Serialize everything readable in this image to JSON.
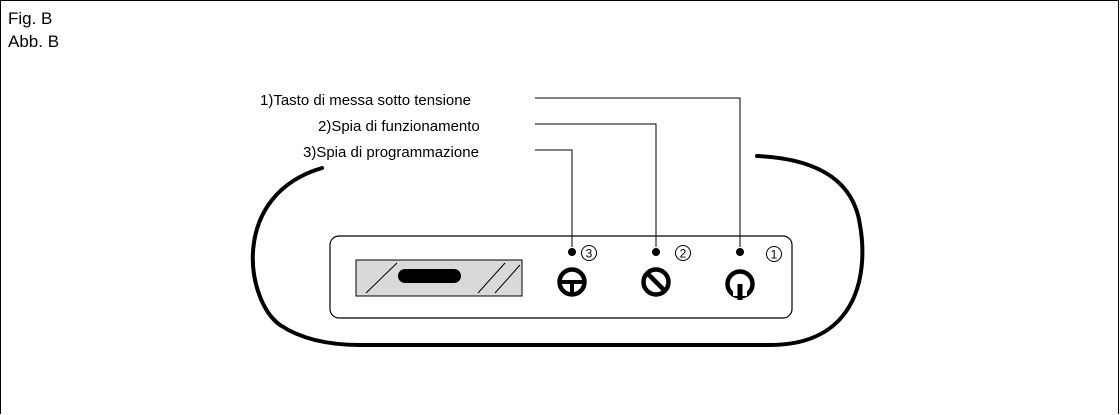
{
  "figure": {
    "title_line1": "Fig. B",
    "title_line2": "Abb. B"
  },
  "callouts": [
    {
      "text": "1)Tasto di messa sotto tensione",
      "number": "1"
    },
    {
      "text": "2)Spia di funzionamento",
      "number": "2"
    },
    {
      "text": "3)Spia di programmazione",
      "number": "3"
    }
  ],
  "colors": {
    "line": "#000000",
    "display_fill": "#d9d9d9",
    "background": "#ffffff"
  }
}
